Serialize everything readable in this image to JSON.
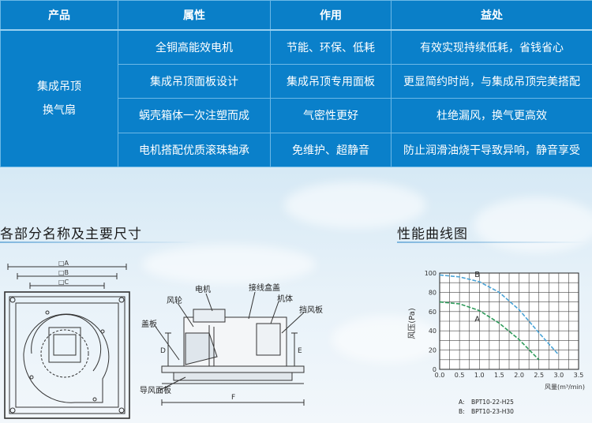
{
  "table": {
    "headers": [
      "产品",
      "属性",
      "作用",
      "益处"
    ],
    "product_line1": "集成吊顶",
    "product_line2": "换气扇",
    "rows": [
      {
        "attr": "全铜高能效电机",
        "effect": "节能、环保、低耗",
        "benefit": "有效实现持续低耗，省钱省心"
      },
      {
        "attr": "集成吊顶面板设计",
        "effect": "集成吊顶专用面板",
        "benefit": "更显简约时尚，与集成吊顶完美搭配"
      },
      {
        "attr": "蜗壳箱体一次注塑而成",
        "effect": "气密性更好",
        "benefit": "杜绝漏风，换气更高效"
      },
      {
        "attr": "电机搭配优质滚珠轴承",
        "effect": "免维护、超静音",
        "benefit": "防止润滑油烧干导致异响，静音享受"
      }
    ]
  },
  "dimensions_section": {
    "title": "各部分名称及主要尺寸",
    "dim_labels": {
      "a": "□A",
      "b": "□B",
      "c": "□C",
      "d": "D",
      "e": "E",
      "f": "F"
    },
    "part_labels": {
      "motor": "电机",
      "wiring_box": "接线盒盖",
      "housing": "机体",
      "impeller": "风轮",
      "damper": "挡风板",
      "cover": "盖板",
      "guide_panel": "导风面板"
    }
  },
  "performance_section": {
    "title": "性能曲线图"
  },
  "chart_data": {
    "type": "line",
    "title": "",
    "xlabel": "风量(m³/min)",
    "ylabel": "风压(Pa)",
    "xlim": [
      0,
      3.5
    ],
    "ylim": [
      0,
      100
    ],
    "x_ticks": [
      "0.0",
      "0.5",
      "1.0",
      "1.5",
      "2.0",
      "2.5",
      "3.0",
      "3.5"
    ],
    "y_ticks": [
      "0",
      "20",
      "40",
      "60",
      "80",
      "100"
    ],
    "grid": true,
    "series": [
      {
        "name": "B",
        "color": "#4aa3d6",
        "x": [
          0,
          0.5,
          1.0,
          1.5,
          2.0,
          2.5,
          3.0
        ],
        "y": [
          98,
          96,
          91,
          80,
          62,
          38,
          15
        ]
      },
      {
        "name": "A",
        "color": "#2e9a5a",
        "x": [
          0,
          0.5,
          1.0,
          1.5,
          2.0,
          2.5
        ],
        "y": [
          70,
          68,
          61,
          48,
          31,
          10
        ]
      }
    ],
    "legend": [
      {
        "key": "A:",
        "label": "BPT10-22-H25"
      },
      {
        "key": "B:",
        "label": "BPT10-23-H30"
      }
    ]
  }
}
